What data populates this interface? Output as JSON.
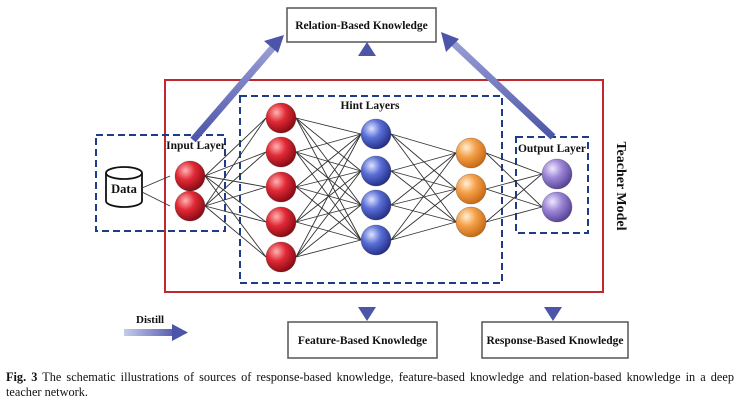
{
  "diagram": {
    "relation_box": "Relation-Based Knowledge",
    "feature_box": "Feature-Based Knowledge",
    "response_box": "Response-Based Knowledge",
    "teacher_label": "Teacher Model",
    "input_layer": "Input Layer",
    "hint_layers": "Hint Layers",
    "output_layer": "Output Layer",
    "data_label": "Data",
    "distill_label": "Distill"
  },
  "caption": {
    "figure_label": "Fig. 3",
    "text": "The schematic illustrations of sources of response-based knowledge, feature-based knowledge and relation-based knowledge in a deep teacher network."
  },
  "colors": {
    "teacher_border": "#c0282e",
    "dashed_border": "#1f3c88",
    "arrow": "#7f86c4",
    "red_node": "#d11a2a",
    "blue_node": "#4a5fc8",
    "orange_node": "#f0922e",
    "purple_node": "#8a73c9",
    "edge": "#333333"
  },
  "icons": [
    "database-icon",
    "distill-arrow-icon"
  ]
}
